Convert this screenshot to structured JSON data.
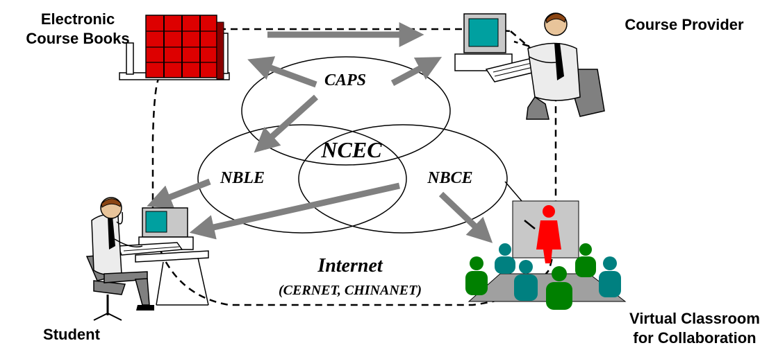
{
  "nodes": {
    "electronic_books_line1": "Electronic",
    "electronic_books_line2": "Course Books",
    "course_provider": "Course Provider",
    "student": "Student",
    "virtual_classroom_line1": "Virtual Classroom",
    "virtual_classroom_line2": "for Collaboration"
  },
  "systems": {
    "caps": "CAPS",
    "ncec": "NCEC",
    "nble": "NBLE",
    "nbce": "NBCE"
  },
  "network": {
    "title": "Internet",
    "subtitle": "(CERNET, CHINANET)"
  },
  "colors": {
    "arrow": "#808080",
    "books": "#dd0000",
    "presenter": "#ff0000",
    "audience_green": "#008000",
    "audience_teal": "#008080",
    "screen": "#00a0a0"
  }
}
